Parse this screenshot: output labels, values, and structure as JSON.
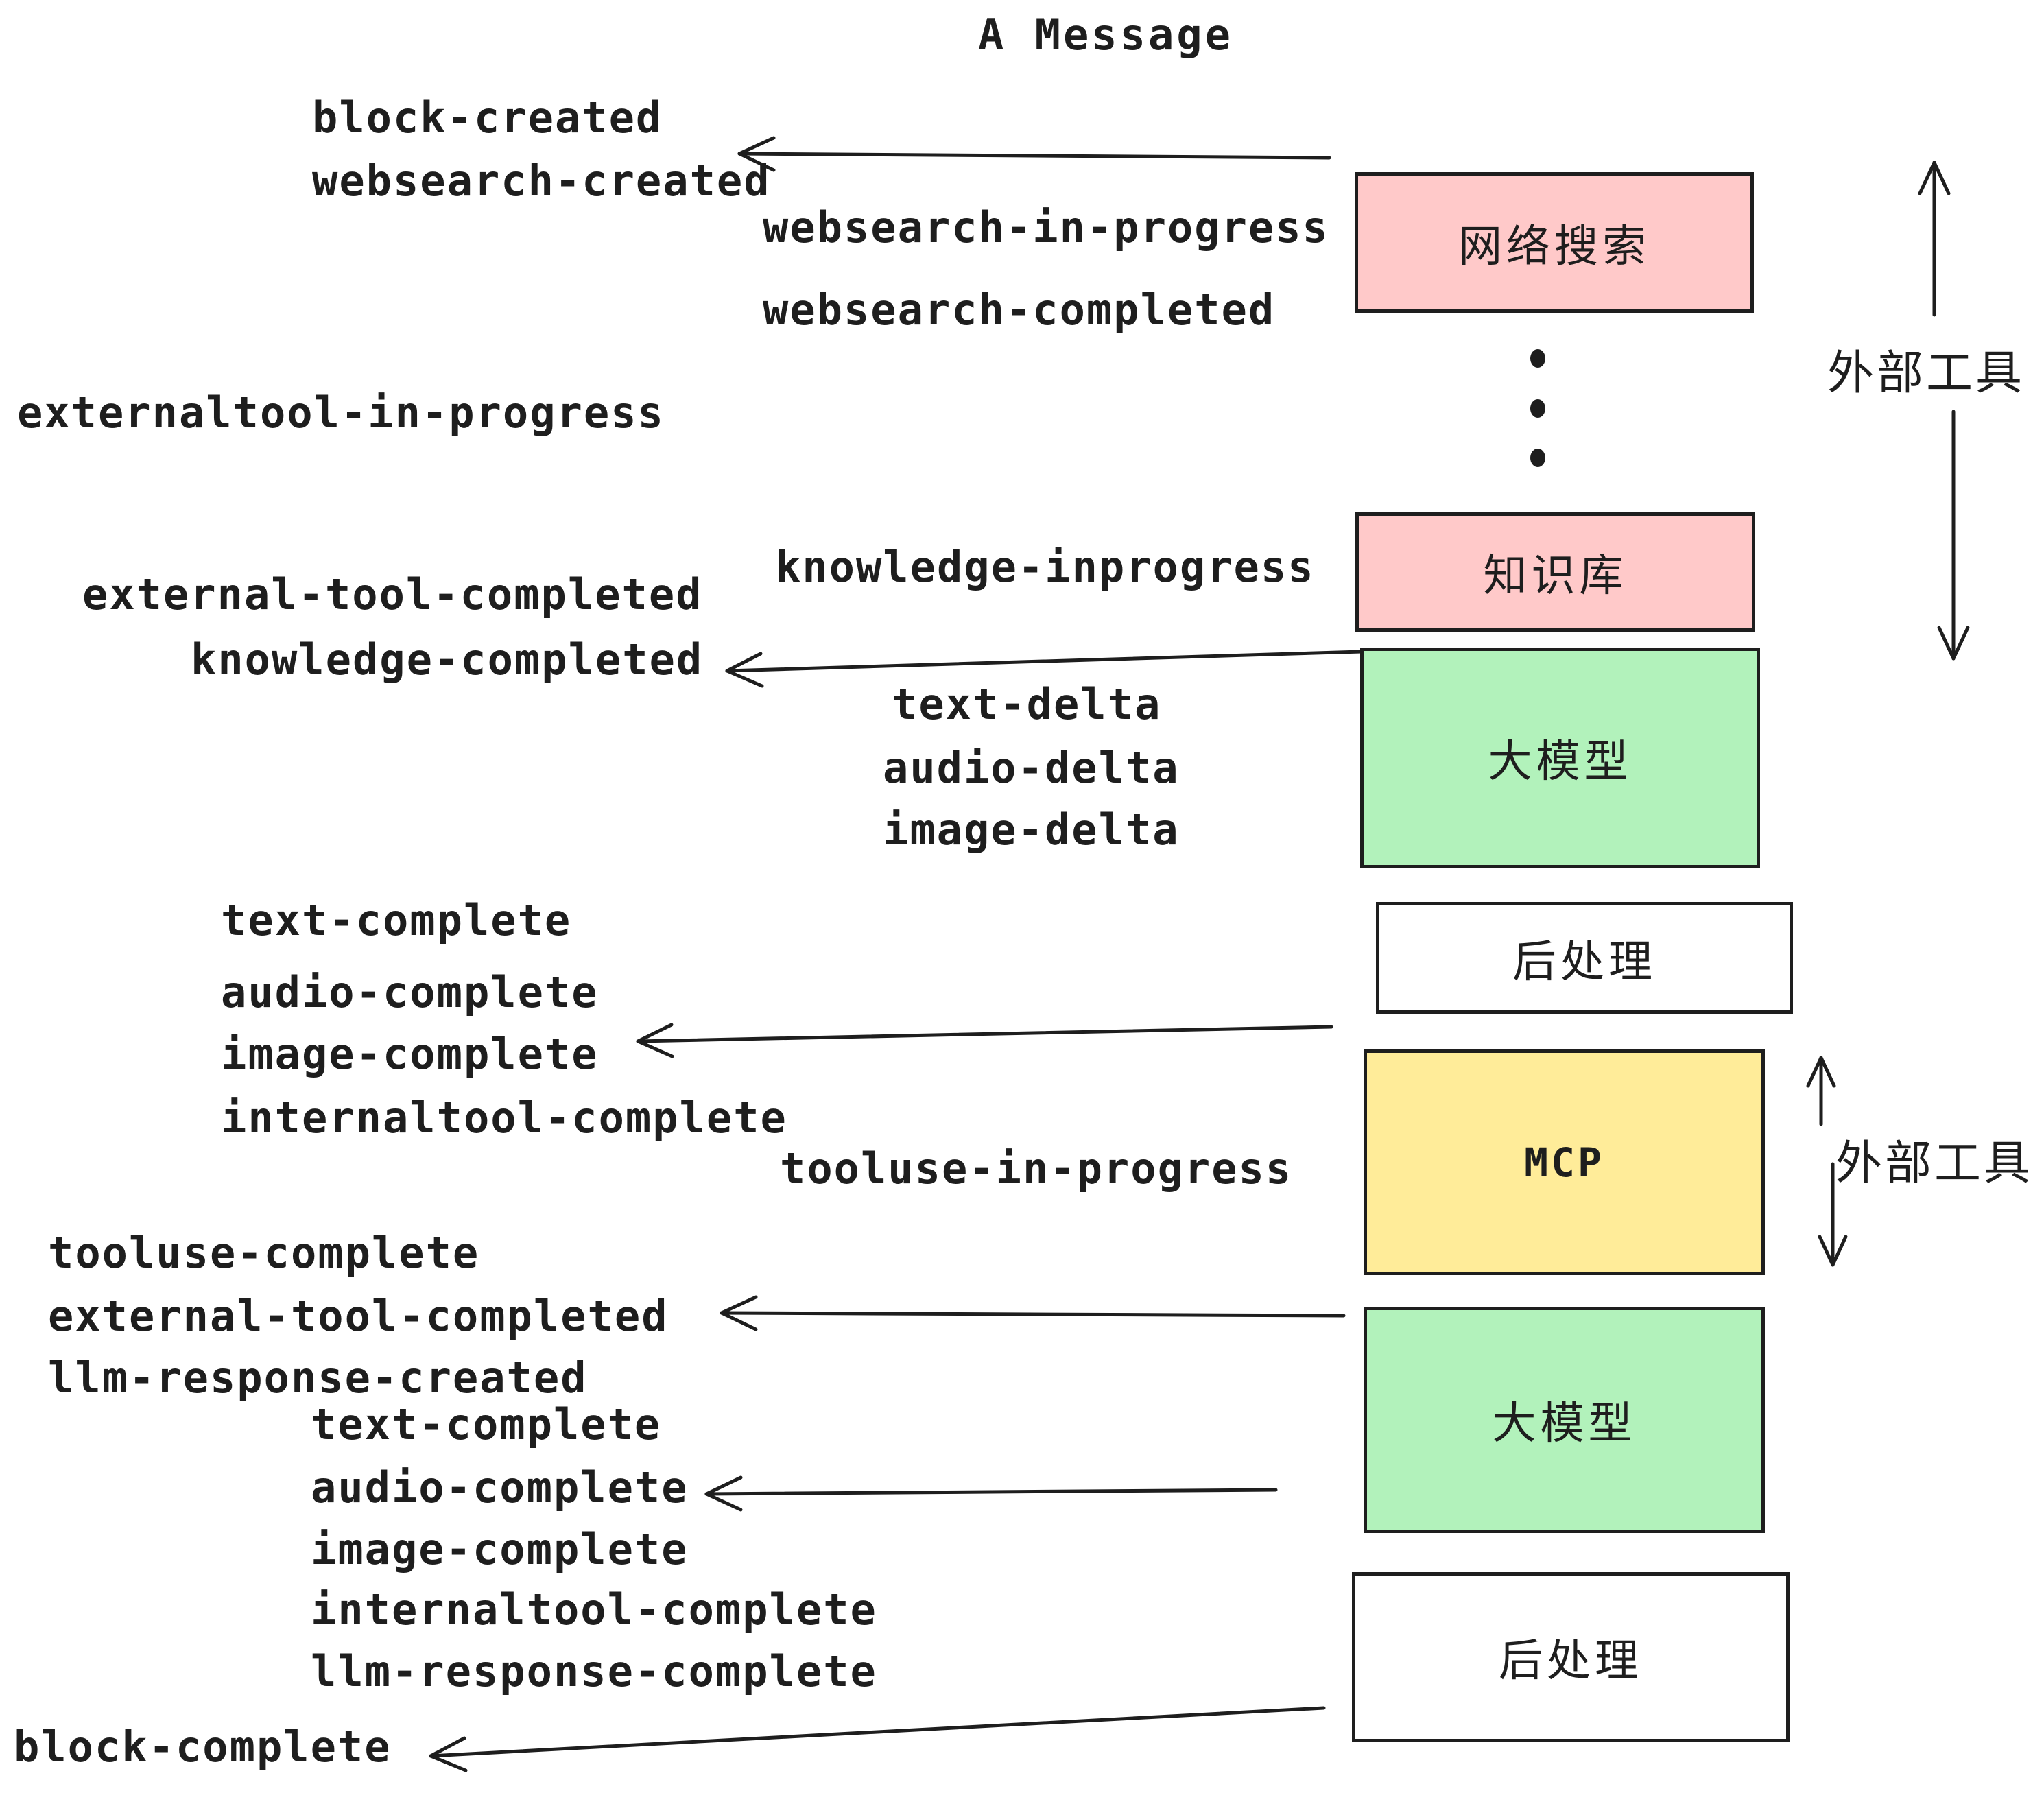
{
  "title": "A Message",
  "colors": {
    "pink": "#ffc9c9",
    "green": "#b2f2bb",
    "yellow": "#ffec99",
    "white": "#ffffff",
    "ink": "#1e1e1e"
  },
  "boxes": [
    {
      "id": "websearch",
      "label": "网络搜索",
      "fill": "#ffc9c9"
    },
    {
      "id": "knowledge",
      "label": "知识库",
      "fill": "#ffc9c9"
    },
    {
      "id": "llm-1",
      "label": "大模型",
      "fill": "#b2f2bb"
    },
    {
      "id": "post-1",
      "label": "后处理",
      "fill": "#ffffff"
    },
    {
      "id": "mcp",
      "label": "MCP",
      "fill": "#ffec99"
    },
    {
      "id": "llm-2",
      "label": "大模型",
      "fill": "#b2f2bb"
    },
    {
      "id": "post-2",
      "label": "后处理",
      "fill": "#ffffff"
    }
  ],
  "events": [
    {
      "text": "block-created"
    },
    {
      "text": "websearch-created"
    },
    {
      "text": "websearch-in-progress"
    },
    {
      "text": "websearch-completed"
    },
    {
      "text": "externaltool-in-progress"
    },
    {
      "text": "knowledge-inprogress"
    },
    {
      "text": "external-tool-completed"
    },
    {
      "text": "knowledge-completed"
    },
    {
      "text": "text-delta"
    },
    {
      "text": "audio-delta"
    },
    {
      "text": "image-delta"
    },
    {
      "text": "text-complete"
    },
    {
      "text": "audio-complete"
    },
    {
      "text": "image-complete"
    },
    {
      "text": "internaltool-complete"
    },
    {
      "text": "tooluse-in-progress"
    },
    {
      "text": "tooluse-complete"
    },
    {
      "text": "external-tool-completed"
    },
    {
      "text": "llm-response-created"
    },
    {
      "text": "text-complete"
    },
    {
      "text": "audio-complete"
    },
    {
      "text": "image-complete"
    },
    {
      "text": "internaltool-complete"
    },
    {
      "text": "llm-response-complete"
    },
    {
      "text": "block-complete"
    }
  ],
  "annotations": [
    {
      "label": "外部工具"
    },
    {
      "label": "外部工具"
    }
  ]
}
